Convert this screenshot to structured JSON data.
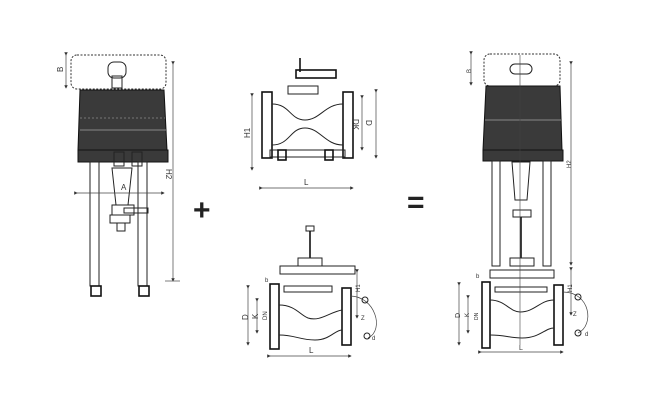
{
  "operators": {
    "plus": "+",
    "equals": "="
  },
  "actuator": {
    "labels": {
      "A": "A",
      "B": "B",
      "H2": "H2"
    }
  },
  "valve_top": {
    "labels": {
      "H1": "H1",
      "DK": "DK",
      "D": "D",
      "L": "L"
    }
  },
  "valve_bottom": {
    "labels": {
      "D": "D",
      "K": "K",
      "DN": "DN",
      "b": "b",
      "H1": "H1",
      "L": "L",
      "Z": "Z",
      "d": "d"
    }
  },
  "assembly": {
    "labels": {
      "B": "B",
      "H2": "H2",
      "H1": "H1",
      "D": "D",
      "K": "K",
      "DN": "DN",
      "b": "b",
      "L": "L",
      "Z": "Z",
      "d": "d"
    }
  }
}
